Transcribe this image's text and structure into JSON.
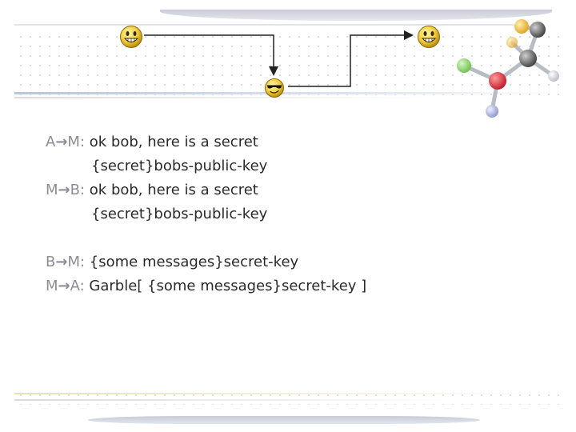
{
  "colors": {
    "text": "#2a2a2a",
    "actor": "#8d8d97",
    "connector": "#222222"
  },
  "icons": {
    "alice": "smiley-icon",
    "bob": "smiley-icon",
    "mallory": "sunglasses-smiley-icon",
    "decoration": "molecule-icon"
  },
  "messages": [
    {
      "from": "A",
      "arrow": "→",
      "to": "M",
      "sep": ": ",
      "text": "ok bob, here is a secret"
    },
    {
      "indent": true,
      "text": "{secret}bobs-public-key"
    },
    {
      "from": "M",
      "arrow": "→",
      "to": "B",
      "sep": ": ",
      "text": "ok bob, here is a secret"
    },
    {
      "indent": true,
      "text": "{secret}bobs-public-key"
    },
    {
      "gap": true
    },
    {
      "from": "B",
      "arrow": "→",
      "to": "M",
      "sep": ": ",
      "text": "{some messages}secret-key"
    },
    {
      "from": "M",
      "arrow": "→",
      "to": "A",
      "sep": ": ",
      "text": "Garble[ {some messages}secret-key ]"
    }
  ]
}
